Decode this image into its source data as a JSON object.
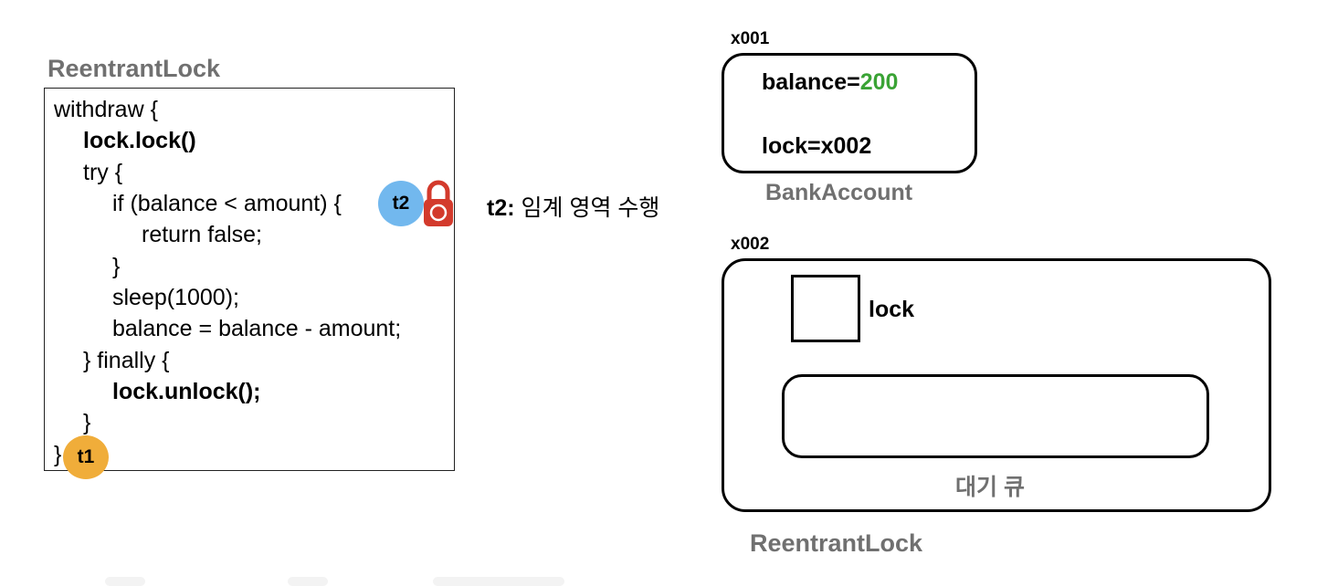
{
  "left": {
    "title": "ReentrantLock",
    "code_lines": [
      "withdraw {",
      "lock.lock()",
      "try {",
      "if (balance < amount) {",
      "return false;",
      "}",
      "sleep(1000);",
      "balance = balance - amount;",
      "} finally {",
      "lock.unlock();",
      "}",
      "}"
    ],
    "thread_t2": "t2",
    "thread_t1": "t1",
    "annotation": {
      "label": "t2:",
      "text": " 임계 영역 수행"
    }
  },
  "bank_account": {
    "address": "x001",
    "balance_label": "balance=",
    "balance_value": "200",
    "lock_field": "lock=x002",
    "caption": "BankAccount"
  },
  "reentrant_lock": {
    "address": "x002",
    "lock_label": "lock",
    "queue_label": "대기 큐",
    "caption": "ReentrantLock"
  },
  "colors": {
    "t1_badge": "#f0ad3a",
    "t2_badge": "#72b8ee",
    "lock_icon": "#d33a2c",
    "balance_value": "#3aa335"
  },
  "icons": {
    "lock": "padlock-icon"
  }
}
